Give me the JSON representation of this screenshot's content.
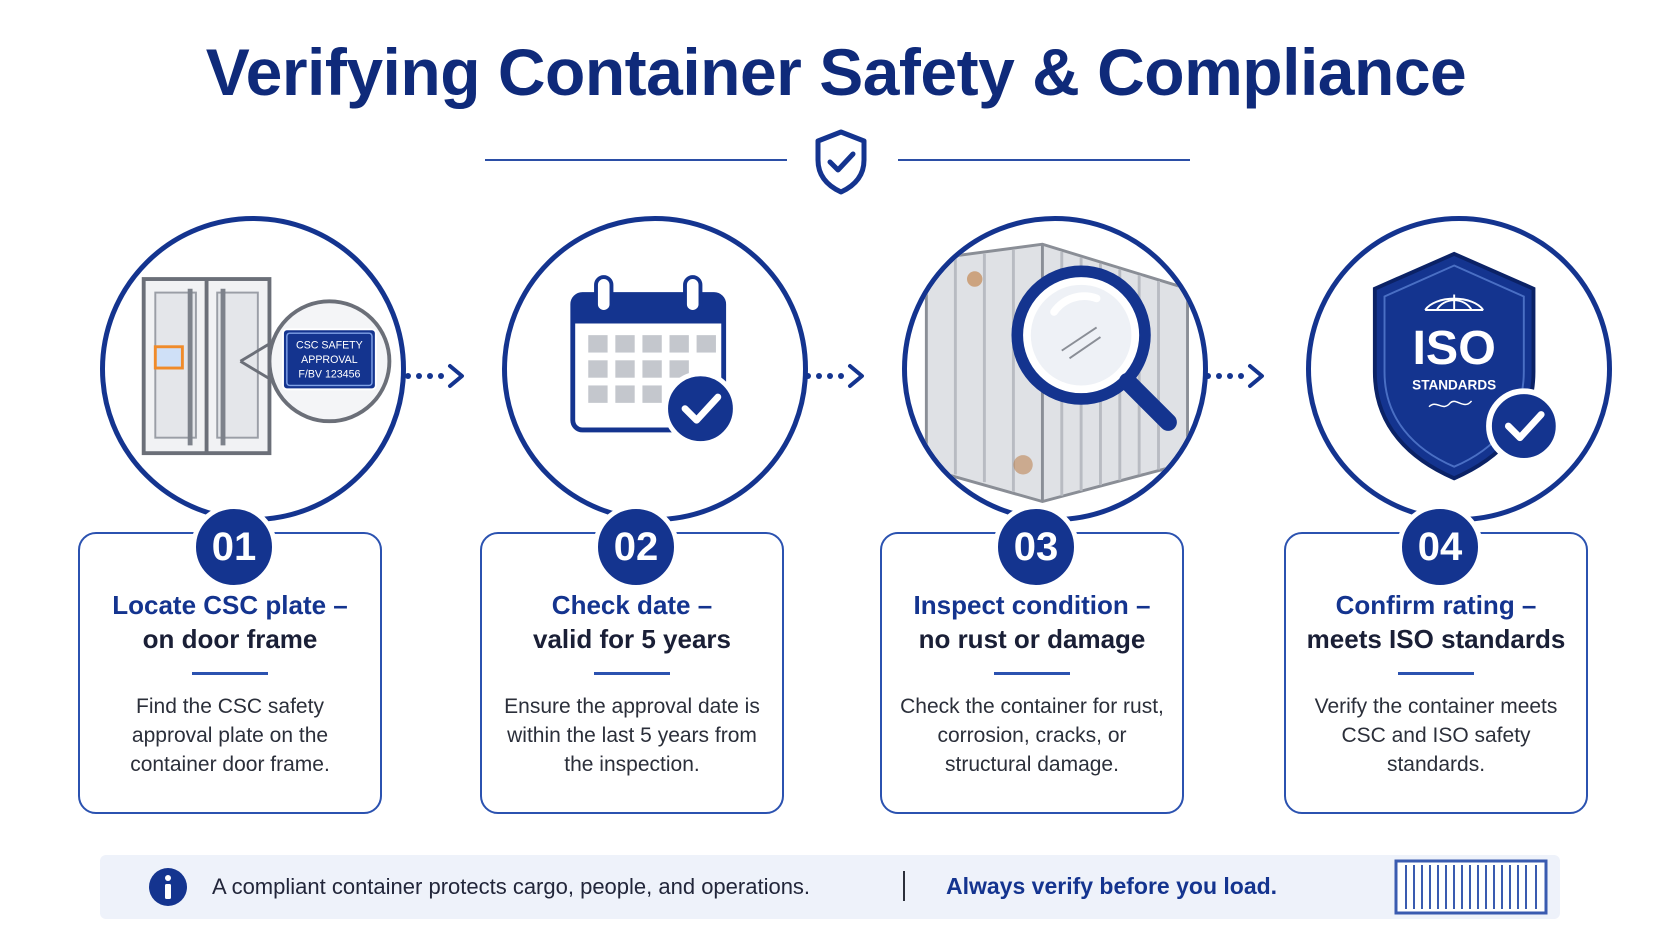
{
  "title": "Verifying Container Safety & Compliance",
  "colors": {
    "primary": "#14348f",
    "accent": "#2b52b0",
    "text": "#1a1f36",
    "footer_bg": "#eef2fa"
  },
  "steps": [
    {
      "number": "01",
      "title_line1": "Locate CSC plate –",
      "title_line2": "on door frame",
      "description": "Find the CSC safety approval plate on the container door frame.",
      "icon": "container-door-plate-icon",
      "plate_lines": [
        "CSC SAFETY",
        "APPROVAL",
        "F/BV 123456"
      ]
    },
    {
      "number": "02",
      "title_line1": "Check date –",
      "title_line2": "valid for 5 years",
      "description": "Ensure the approval date is within the last 5 years from the inspection.",
      "icon": "calendar-check-icon"
    },
    {
      "number": "03",
      "title_line1": "Inspect condition –",
      "title_line2": "no rust or damage",
      "description": "Check the container for rust, corrosion, cracks, or structural damage.",
      "icon": "magnifier-container-icon"
    },
    {
      "number": "04",
      "title_line1": "Confirm rating –",
      "title_line2": "meets ISO standards",
      "description": "Verify the container meets CSC and ISO safety standards.",
      "icon": "iso-shield-icon",
      "badge_big": "ISO",
      "badge_small": "STANDARDS"
    }
  ],
  "footer": {
    "icon": "info-icon",
    "text": "A compliant container protects cargo, people, and operations.",
    "cta": "Always verify before you load."
  }
}
